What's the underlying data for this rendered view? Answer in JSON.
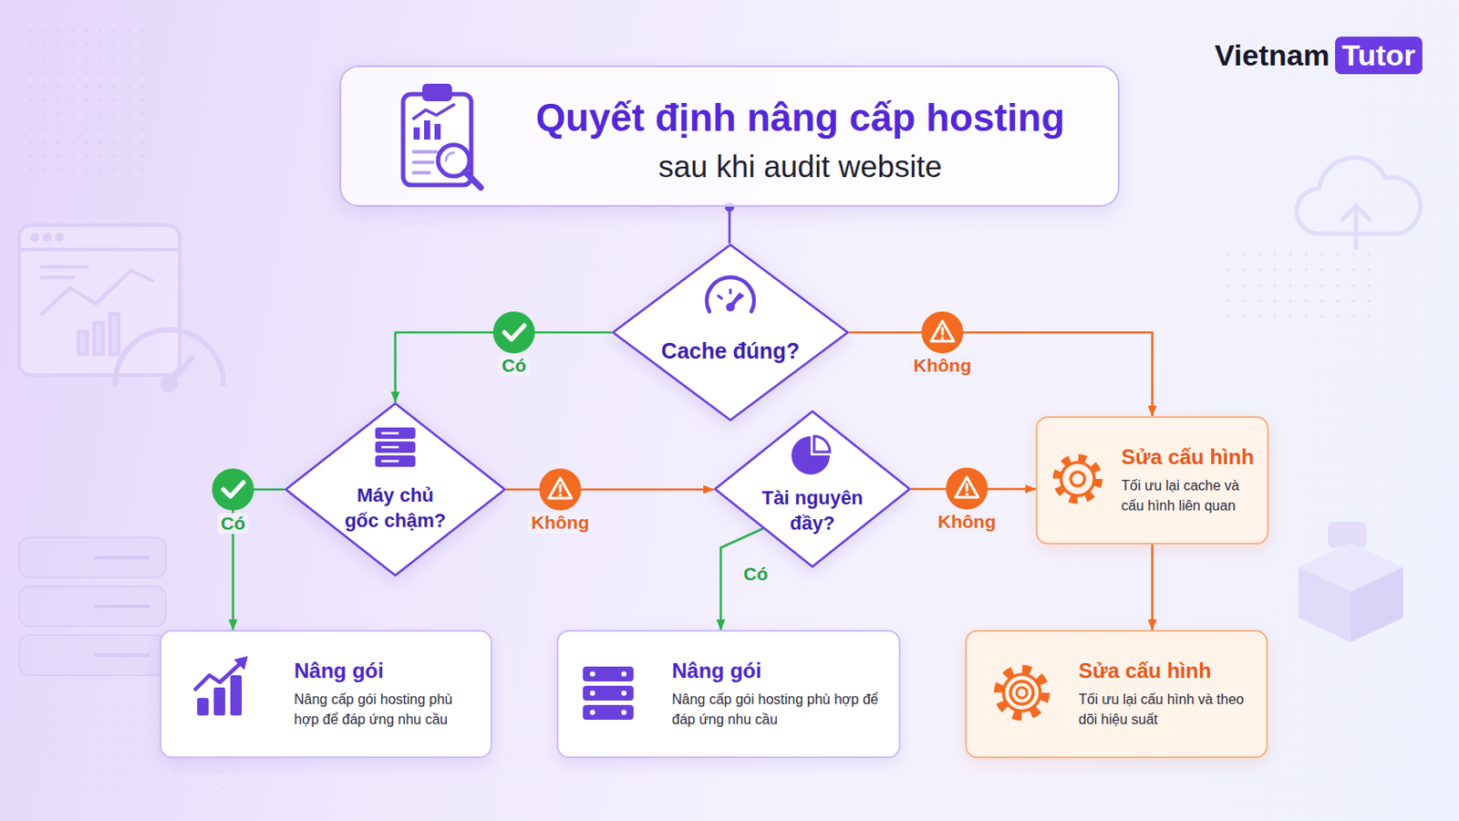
{
  "diagram": {
    "nodes": [
      {
        "text": [
          "Quyết định nâng cấp hosting",
          "sau khi audit website"
        ]
      },
      {
        "text": [
          "Cache đúng?"
        ]
      },
      {
        "text": [
          "Máy chủ gốc chậm?"
        ]
      },
      {
        "text": [
          "Tài nguyên đầy?"
        ]
      },
      {
        "text": [
          "Sửa cấu hình",
          "Tối ưu lại cache và cấu hình liên quan"
        ]
      },
      {
        "text": [
          "Nâng gói",
          "Nâng cấp gói hosting phù hợp để đáp ứng nhu cầu"
        ]
      },
      {
        "text": [
          "Nâng gói",
          "Nâng cấp gói hosting phù hợp để đáp ứng nhu cầu"
        ]
      },
      {
        "text": [
          "Sửa cấu hình",
          "Tối ưu lại cấu hình và theo dõi hiệu suất"
        ]
      }
    ],
    "edges": [
      {
        "from": 0,
        "to": 1,
        "arrow": "none"
      },
      {
        "from": 1,
        "to": 2,
        "label": "Có",
        "arrow": "to"
      },
      {
        "from": 1,
        "to": 4,
        "label": "Không",
        "arrow": "to"
      },
      {
        "from": 2,
        "to": 5,
        "label": "Có",
        "arrow": "to"
      },
      {
        "from": 2,
        "to": 3,
        "label": "Không",
        "arrow": "to"
      },
      {
        "from": 3,
        "to": 6,
        "label": "Có",
        "arrow": "to"
      },
      {
        "from": 3,
        "to": 4,
        "label": "Không",
        "arrow": "to"
      },
      {
        "from": 4,
        "to": 7,
        "arrow": "to"
      }
    ],
    "labels": [
      "Vietnam",
      "Tutor"
    ]
  }
}
